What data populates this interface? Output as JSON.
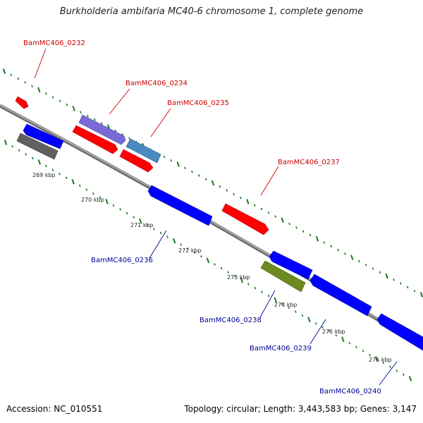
{
  "title": "Burkholderia ambifaria MC40-6 chromosome 1, complete genome",
  "accession": "Accession: NC_010551",
  "topology": "Topology: circular; Length: 3,443,583 bp; Genes: 3,147",
  "colors": {
    "backbone": "#808080",
    "tick": "#1a7a1a",
    "forward_label": "#cc0000",
    "reverse_label": "#000099"
  },
  "kbp_ticks": [
    {
      "label": "269 kbp",
      "kbp": 269
    },
    {
      "label": "270 kbp",
      "kbp": 270
    },
    {
      "label": "271 kbp",
      "kbp": 271
    },
    {
      "label": "272 kbp",
      "kbp": 272
    },
    {
      "label": "273 kbp",
      "kbp": 273
    },
    {
      "label": "274 kbp",
      "kbp": 274
    },
    {
      "label": "275 kbp",
      "kbp": 275
    },
    {
      "label": "276 kbp",
      "kbp": 276
    }
  ],
  "gene_labels": [
    {
      "text": "BamMC406_0232",
      "strand": "forward"
    },
    {
      "text": "BamMC406_0234",
      "strand": "forward"
    },
    {
      "text": "BamMC406_0235",
      "strand": "forward"
    },
    {
      "text": "BamMC406_0237",
      "strand": "forward"
    },
    {
      "text": "BamMC406_0236",
      "strand": "reverse"
    },
    {
      "text": "BamMC406_0238",
      "strand": "reverse"
    },
    {
      "text": "BamMC406_0239",
      "strand": "reverse"
    },
    {
      "text": "BamMC406_0240",
      "strand": "reverse"
    }
  ]
}
